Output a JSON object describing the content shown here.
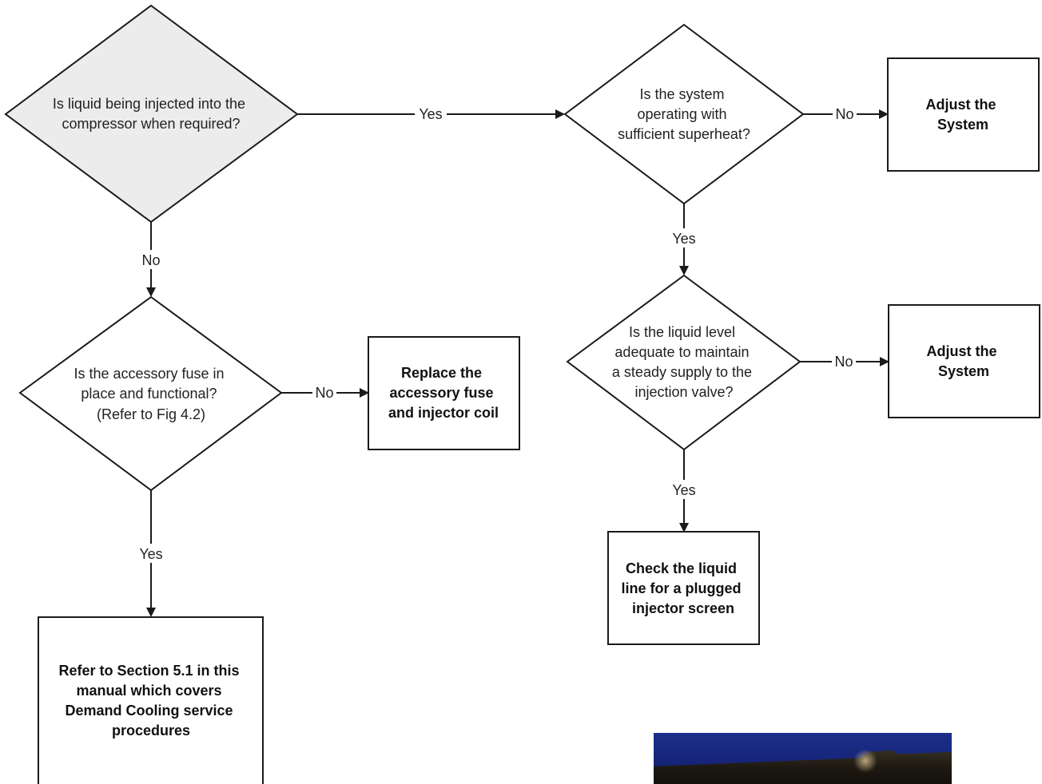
{
  "nodes": {
    "q_liquid_injected": {
      "lines": [
        "Is liquid being injected into the",
        "compressor when required?"
      ]
    },
    "q_accessory_fuse": {
      "lines": [
        "Is the accessory fuse in",
        "place and functional?",
        "(Refer to Fig 4.2)"
      ]
    },
    "a_replace_fuse": {
      "lines": [
        "Replace the",
        "accessory fuse",
        "and injector coil"
      ]
    },
    "a_refer_section": {
      "lines": [
        "Refer to Section 5.1 in this",
        "manual which covers",
        "Demand Cooling service",
        "procedures"
      ]
    },
    "q_superheat": {
      "lines": [
        "Is the system",
        "operating with",
        "sufficient superheat?"
      ]
    },
    "a_adjust_1": {
      "lines": [
        "Adjust the",
        "System"
      ]
    },
    "q_liquid_level": {
      "lines": [
        "Is the liquid level",
        "adequate to maintain",
        "a steady supply to the",
        "injection valve?"
      ]
    },
    "a_adjust_2": {
      "lines": [
        "Adjust the",
        "System"
      ]
    },
    "a_check_line": {
      "lines": [
        "Check the liquid",
        "line for a plugged",
        "injector screen"
      ]
    }
  },
  "edges": {
    "liquid_to_superheat": "Yes",
    "liquid_to_fuse": "No",
    "fuse_to_replace": "No",
    "fuse_to_refer": "Yes",
    "superheat_to_adjust": "No",
    "superheat_to_level": "Yes",
    "level_to_adjust": "No",
    "level_to_check": "Yes"
  },
  "colors": {
    "decision_highlight_fill": "#ececec",
    "stroke": "#1a1a1a",
    "photo_background": "#1c2f8a"
  }
}
